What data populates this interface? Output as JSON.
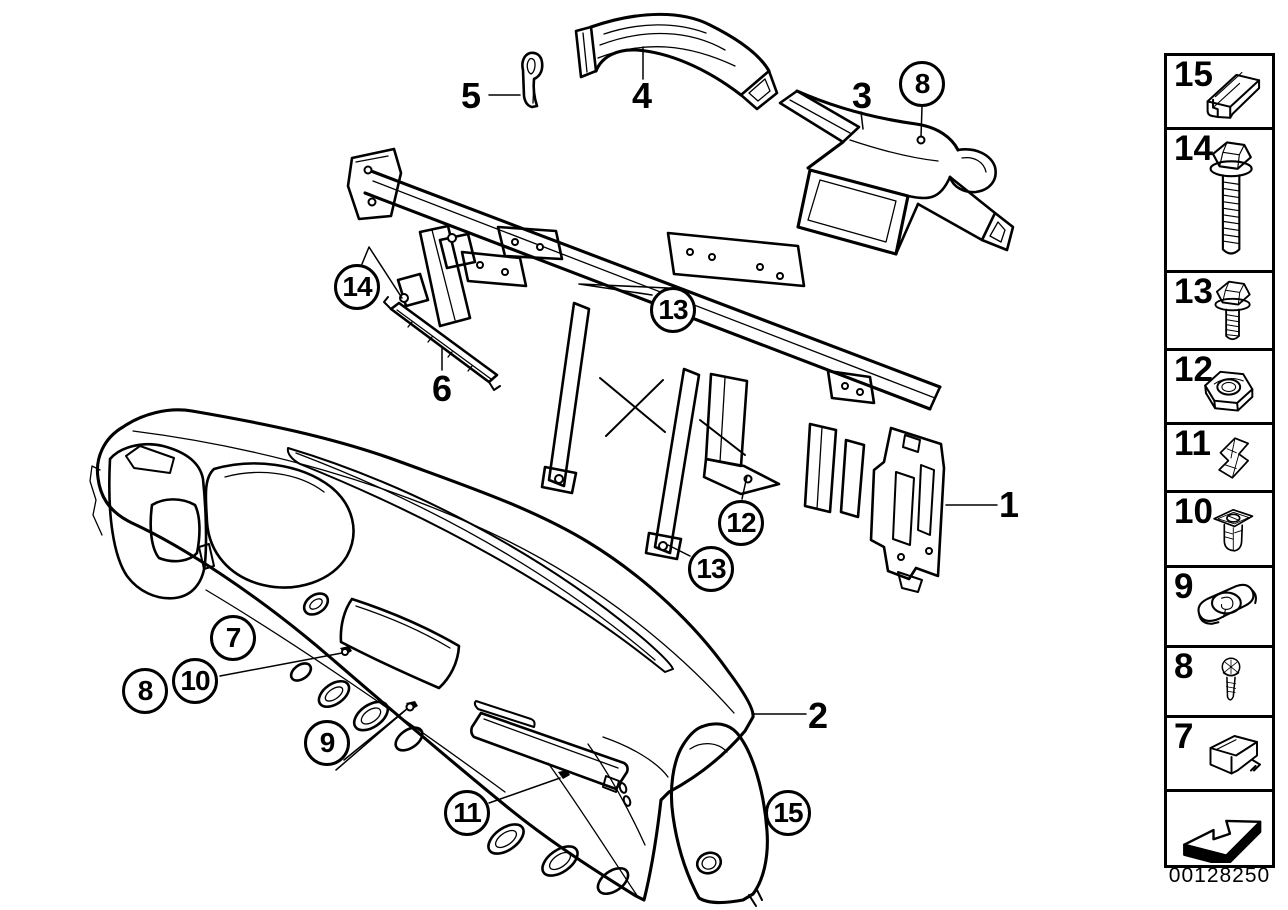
{
  "image_number": "00128250",
  "callouts": {
    "plain": [
      {
        "label": "5"
      },
      {
        "label": "4"
      },
      {
        "label": "3"
      },
      {
        "label": "6"
      },
      {
        "label": "1"
      },
      {
        "label": "2"
      }
    ],
    "circled": [
      {
        "label": "8"
      },
      {
        "label": "14"
      },
      {
        "label": "13"
      },
      {
        "label": "12"
      },
      {
        "label": "13"
      },
      {
        "label": "7"
      },
      {
        "label": "10"
      },
      {
        "label": "8"
      },
      {
        "label": "9"
      },
      {
        "label": "11"
      },
      {
        "label": "15"
      }
    ]
  },
  "parts": {
    "main": [
      {
        "ref": "1",
        "name": "side-frame-support"
      },
      {
        "ref": "2",
        "name": "instrument-panel-trim"
      },
      {
        "ref": "3",
        "name": "center-air-duct"
      },
      {
        "ref": "4",
        "name": "upper-air-duct"
      },
      {
        "ref": "5",
        "name": "small-clip-bracket"
      },
      {
        "ref": "6",
        "name": "mounting-strip"
      }
    ]
  },
  "sidebar": {
    "items": [
      {
        "number": "15",
        "part": "trim-strip-clip"
      },
      {
        "number": "14",
        "part": "hex-flange-bolt-long"
      },
      {
        "number": "13",
        "part": "hex-bolt"
      },
      {
        "number": "12",
        "part": "hex-nut"
      },
      {
        "number": "11",
        "part": "spring-clip"
      },
      {
        "number": "10",
        "part": "expanding-nut"
      },
      {
        "number": "9",
        "part": "speed-nut-clip"
      },
      {
        "number": "8",
        "part": "pan-head-screw"
      },
      {
        "number": "7",
        "part": "retaining-clip"
      },
      {
        "number": "",
        "part": "installation-direction-arrow"
      }
    ]
  }
}
